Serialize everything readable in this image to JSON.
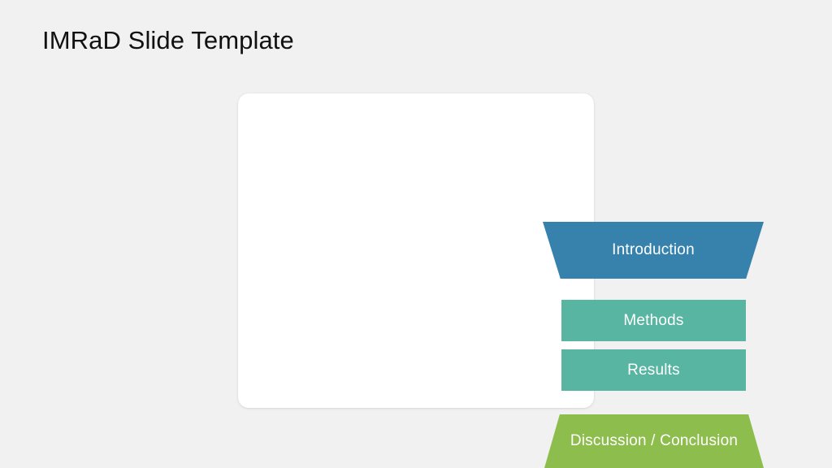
{
  "slide": {
    "title": "IMRaD Slide Template",
    "background_color": "#f1f1f1",
    "card_background_color": "#ffffff"
  },
  "diagram": {
    "type": "funnel",
    "stages": [
      {
        "id": "introduction",
        "label": "Introduction",
        "shape": "trapezoid-down",
        "color": "#3682ad",
        "text_color": "#ffffff"
      },
      {
        "id": "methods",
        "label": "Methods",
        "shape": "rectangle",
        "color": "#57b5a2",
        "text_color": "#ffffff"
      },
      {
        "id": "results",
        "label": "Results",
        "shape": "rectangle",
        "color": "#57b5a2",
        "text_color": "#ffffff"
      },
      {
        "id": "discussion",
        "label": "Discussion / Conclusion",
        "shape": "trapezoid-up",
        "color": "#8dbd4d",
        "text_color": "#ffffff"
      }
    ]
  }
}
